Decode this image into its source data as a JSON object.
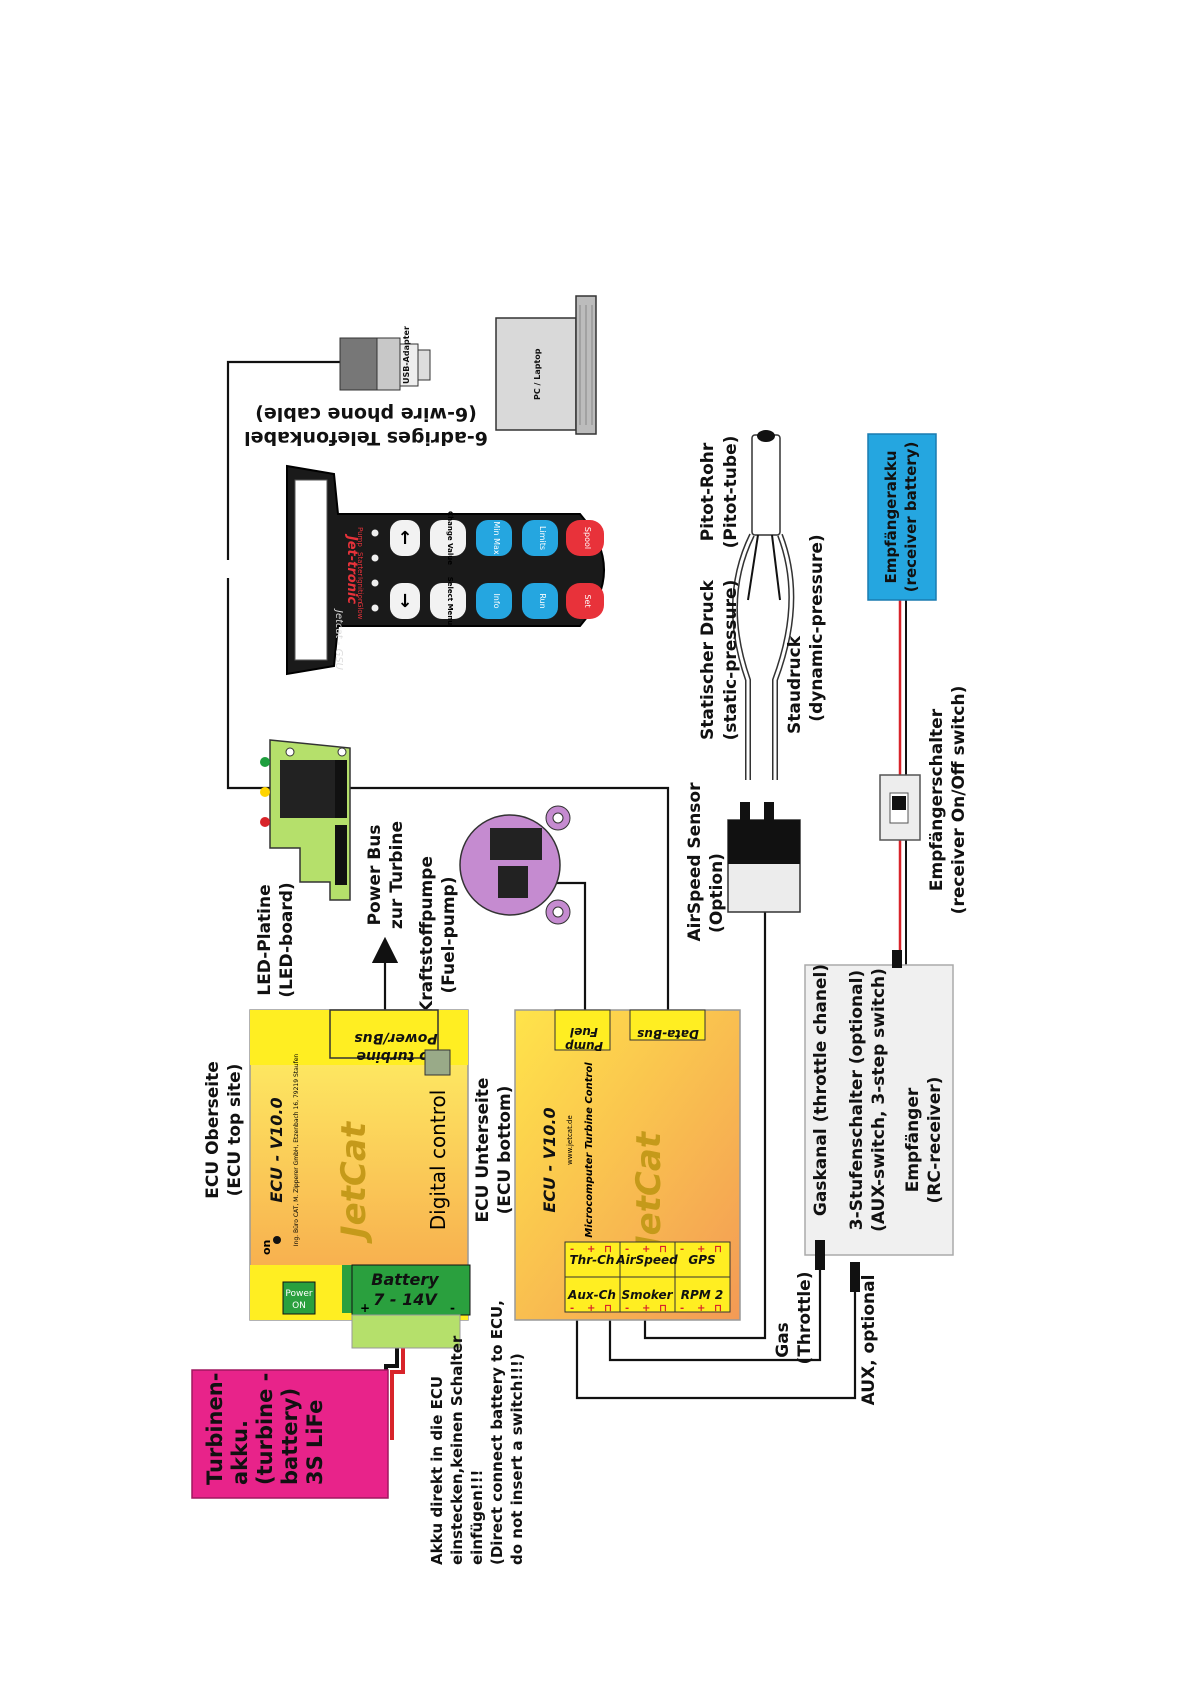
{
  "colors": {
    "yellow": "#ffee22",
    "lime": "#b5e06b",
    "green": "#1f9e3e",
    "pink": "#e8238a",
    "blue": "#25a6e0",
    "purple": "#c58bd0",
    "grey_box": "#f0f0f0",
    "black": "#111111",
    "red_wire": "#d8242a"
  },
  "labels": {
    "six_wire_de": "6-adriges Telefonkabel",
    "six_wire_en": "(6-wire phone cable)",
    "usb_adapter": "USB-Adapter",
    "pc_laptop": "PC / Laptop",
    "pitot_de": "Pitot-Rohr",
    "pitot_en": "(Pitot-tube)",
    "static_de": "Statischer Druck",
    "static_en": "(static-pressure)",
    "dynamic_de": "Staudruck",
    "dynamic_en": "(dynamic-pressure)",
    "rx_battery_de": "Empfängerakku",
    "rx_battery_en": "(receiver battery)",
    "rx_switch_de": "Empfängerschalter",
    "rx_switch_en": "(receiver On/Off switch)",
    "airspeed_de": "AirSpeed Sensor",
    "airspeed_en": "(Option)",
    "led_de": "LED-Platine",
    "led_en": "(LED-board)",
    "power_bus_1": "Power Bus",
    "power_bus_2": "zur Turbine",
    "fuel_pump_de": "Kraftstoffpumpe",
    "fuel_pump_en": "(Fuel-pump)",
    "ecu_top_de": "ECU Oberseite",
    "ecu_top_en": "(ECU top site)",
    "ecu_bottom_de": "ECU Unterseite",
    "ecu_bottom_en": "(ECU bottom)",
    "gaskanal": "Gaskanal (throttle chanel)",
    "stufen_1": "3-Stufenschalter (optional)",
    "stufen_2": "(AUX-switch, 3-step switch)",
    "receiver_de": "Empfänger",
    "receiver_en": "(RC-receiver)",
    "gas_1": "Gas",
    "gas_2": "(Throttle)",
    "aux_optional": "AUX, optional",
    "turbine_bat": [
      "Turbinen-",
      "akku.",
      "(turbine -",
      "battery)",
      "3S LiFe"
    ],
    "warning": [
      "Akku direkt in die ECU",
      "einstecken,keinen Schalter",
      "einfügen!!!",
      "(Direct connect battery to ECU,",
      "do not insert a switch!!!)"
    ]
  },
  "gsu": {
    "brand": "Jet-tronic",
    "model": "Jetcat - GSU",
    "leds": [
      "Pump",
      "Starter",
      "Ignition",
      "Glow"
    ],
    "keys": [
      "↑",
      "↓",
      "Change Value",
      "Select Menu",
      "Min Max",
      "Info",
      "Limits",
      "Run",
      "Spool",
      "Set"
    ]
  },
  "ecu_top": {
    "on": "on",
    "title": "ECU - V10.0",
    "address": "Ing. Büro CAT, M. Zipperer GmbH, Etzenbach 16, 79219 Staufen",
    "brand": "JetCat",
    "digital": "Digital control",
    "power_bus": [
      "Power/Bus",
      "to turbine"
    ],
    "power_on": [
      "Power",
      "ON"
    ],
    "battery": [
      "Battery",
      "7 - 14V"
    ],
    "plus": "+",
    "minus": "-"
  },
  "ecu_bottom": {
    "title": "ECU - V10.0",
    "url": "www.jetcat.de",
    "subtitle": "Microcomputer Turbine Control",
    "brand": "JetCat",
    "fuel_pump": [
      "Fuel",
      "Pump"
    ],
    "data_bus": "Data-Bus",
    "ports_top": [
      "Thr-Ch",
      "AirSpeed",
      "GPS"
    ],
    "ports_bottom": [
      "Aux-Ch",
      "Smoker",
      "RPM 2"
    ],
    "pin_marks": [
      "-",
      "+",
      "⊓"
    ]
  }
}
